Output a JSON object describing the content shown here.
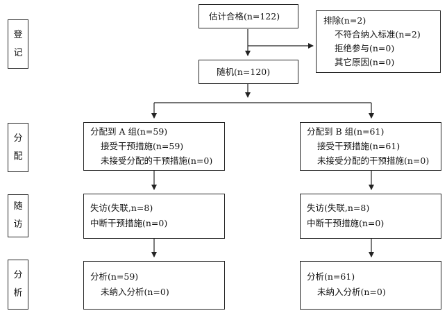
{
  "stages": [
    "登记",
    "分配",
    "随访",
    "分析"
  ],
  "nodes": {
    "screen": {
      "line1": "估计合格(n=122)"
    },
    "exclude": {
      "line1": "排除(n=2)",
      "line2": "不符合纳入标准(n=2)",
      "line3": "拒绝参与(n=0)",
      "line4": "其它原因(n=0)"
    },
    "random": {
      "line1": "随机(n=120)"
    },
    "alloc_a": {
      "line1": "分配到 A 组(n=59)",
      "line2": "接受干预措施(n=59)",
      "line3": "未接受分配的干预措施(n=0)"
    },
    "alloc_b": {
      "line1": "分配到 B 组(n=61)",
      "line2": "接受干预措施(n=61)",
      "line3": "未接受分配的干预措施(n=0)"
    },
    "follow_a": {
      "line1": "失访(失联,n=8)",
      "line2": "中断干预措施(n=0)"
    },
    "follow_b": {
      "line1": "失访(失联,n=8)",
      "line2": "中断干预措施(n=0)"
    },
    "anal_a": {
      "line1": "分析(n=59)",
      "line2": "未纳入分析(n=0)"
    },
    "anal_b": {
      "line1": "分析(n=61)",
      "line2": "未纳入分析(n=0)"
    }
  }
}
